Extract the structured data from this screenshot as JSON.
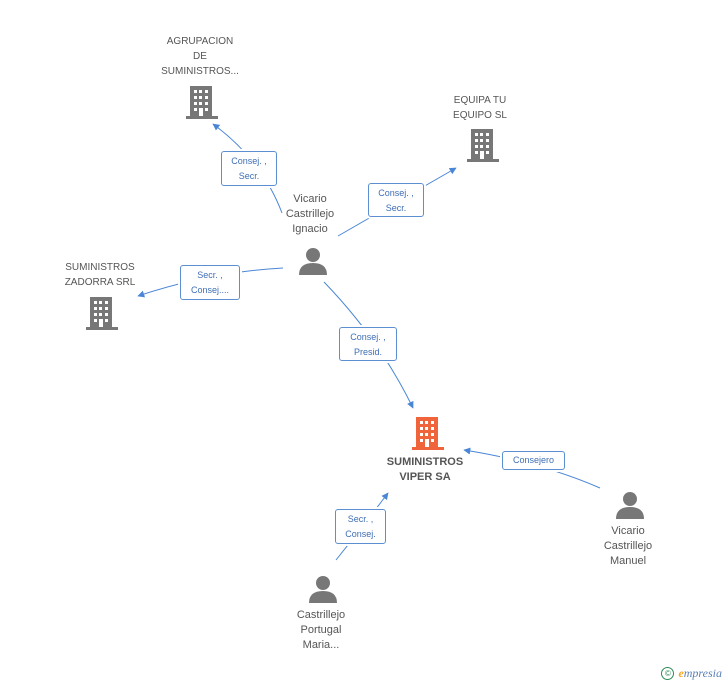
{
  "nodes": {
    "agrupacion": {
      "lines": [
        "AGRUPACION",
        "DE",
        "SUMINISTROS..."
      ],
      "type": "company"
    },
    "equipa": {
      "lines": [
        "EQUIPA TU",
        "EQUIPO SL"
      ],
      "type": "company"
    },
    "zadorra": {
      "lines": [
        "SUMINISTROS",
        "ZADORRA SRL"
      ],
      "type": "company"
    },
    "viper": {
      "lines": [
        "SUMINISTROS",
        "VIPER SA"
      ],
      "type": "company-main"
    },
    "ignacio": {
      "lines": [
        "Vicario",
        "Castrillejo",
        "Ignacio"
      ],
      "type": "person"
    },
    "manuel": {
      "lines": [
        "Vicario",
        "Castrillejo",
        "Manuel"
      ],
      "type": "person"
    },
    "maria": {
      "lines": [
        "Castrillejo",
        "Portugal",
        "Maria..."
      ],
      "type": "person"
    }
  },
  "edges": {
    "ignacio_agrupacion": {
      "lines": [
        "Consej. ,",
        "Secr."
      ]
    },
    "ignacio_equipa": {
      "lines": [
        "Consej. ,",
        "Secr."
      ]
    },
    "ignacio_zadorra": {
      "lines": [
        "Secr. ,",
        "Consej...."
      ]
    },
    "ignacio_viper": {
      "lines": [
        "Consej. ,",
        "Presid."
      ]
    },
    "manuel_viper": {
      "lines": [
        "Consejero"
      ]
    },
    "maria_viper": {
      "lines": [
        "Secr. ,",
        "Consej."
      ]
    }
  },
  "colors": {
    "company": "#777777",
    "company_main": "#f0643c",
    "person": "#777777",
    "edge": "#4a86d6",
    "edge_label_text": "#3f6eb5"
  },
  "footer": {
    "copyright_symbol": "©",
    "brand_first": "e",
    "brand_rest": "mpresia"
  }
}
